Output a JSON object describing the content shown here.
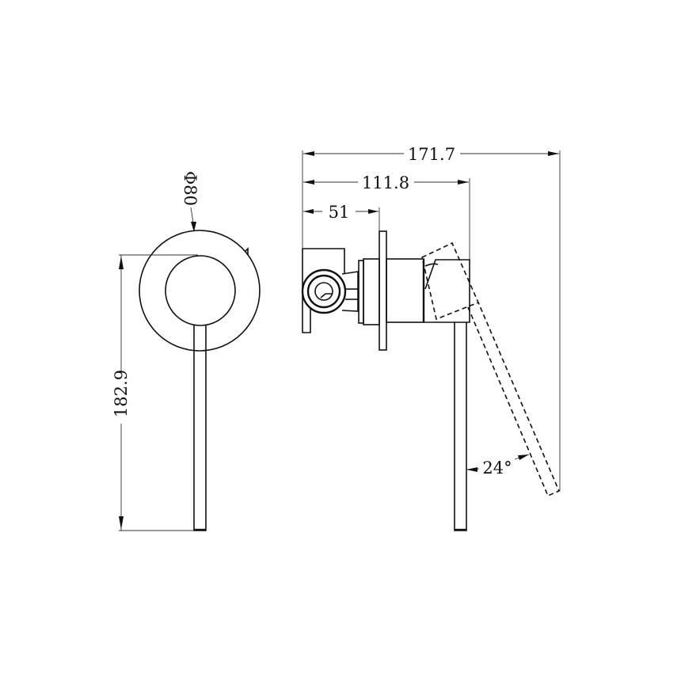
{
  "drawing": {
    "type": "technical-drawing",
    "subject": "wall mixer with lever handle",
    "colors": {
      "line": "#111111",
      "dimension_line": "#333333",
      "background": "#ffffff"
    }
  },
  "front_view": {
    "diameter_label": "Φ80",
    "height_label": "182.9"
  },
  "side_view": {
    "overall_length_label": "171.7",
    "body_length_label": "111.8",
    "plate_offset_label": "51",
    "lever_angle_label": "24°"
  }
}
